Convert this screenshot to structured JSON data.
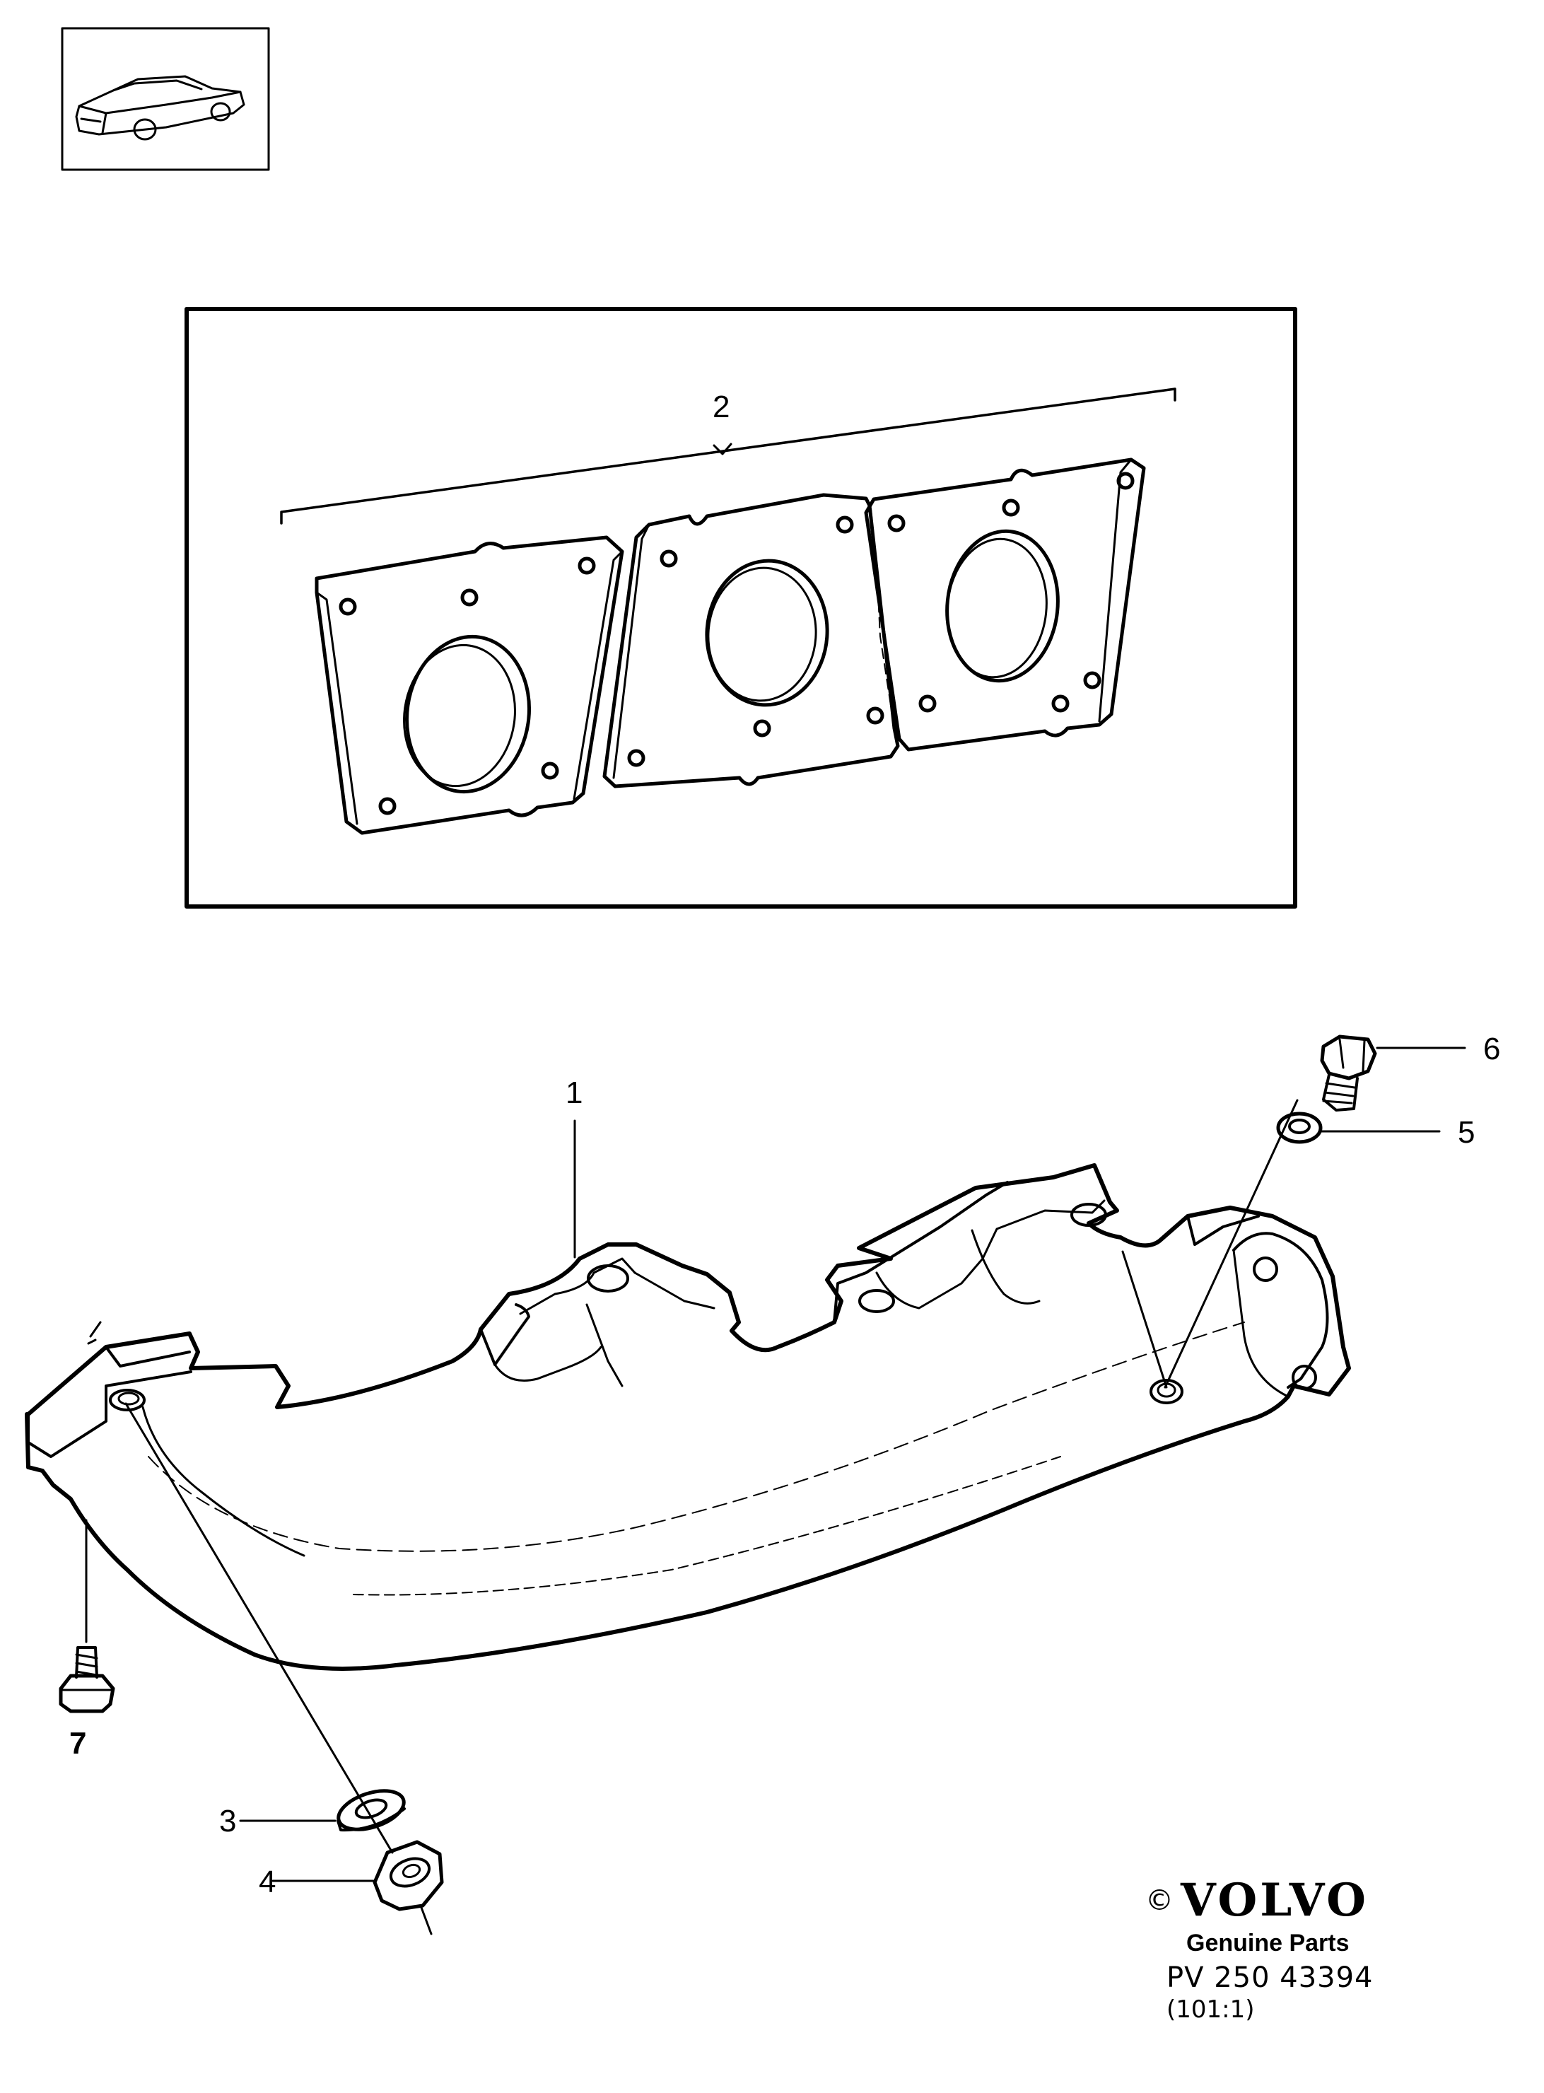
{
  "callouts": [
    {
      "id": "1",
      "text": "1"
    },
    {
      "id": "2",
      "text": "2"
    },
    {
      "id": "3",
      "text": "3"
    },
    {
      "id": "4",
      "text": "4"
    },
    {
      "id": "5",
      "text": "5"
    },
    {
      "id": "6",
      "text": "6"
    },
    {
      "id": "7",
      "text": "7"
    }
  ],
  "brand": {
    "copyright": "©",
    "logo": "VOLVO",
    "tagline": "Genuine Parts",
    "document_number": "PV 250 43394",
    "reference": "(101:1)"
  },
  "icons": [
    "car-thumbnail-icon",
    "exhaust-manifold",
    "gasket-set",
    "washer",
    "nut",
    "stud",
    "plug"
  ]
}
